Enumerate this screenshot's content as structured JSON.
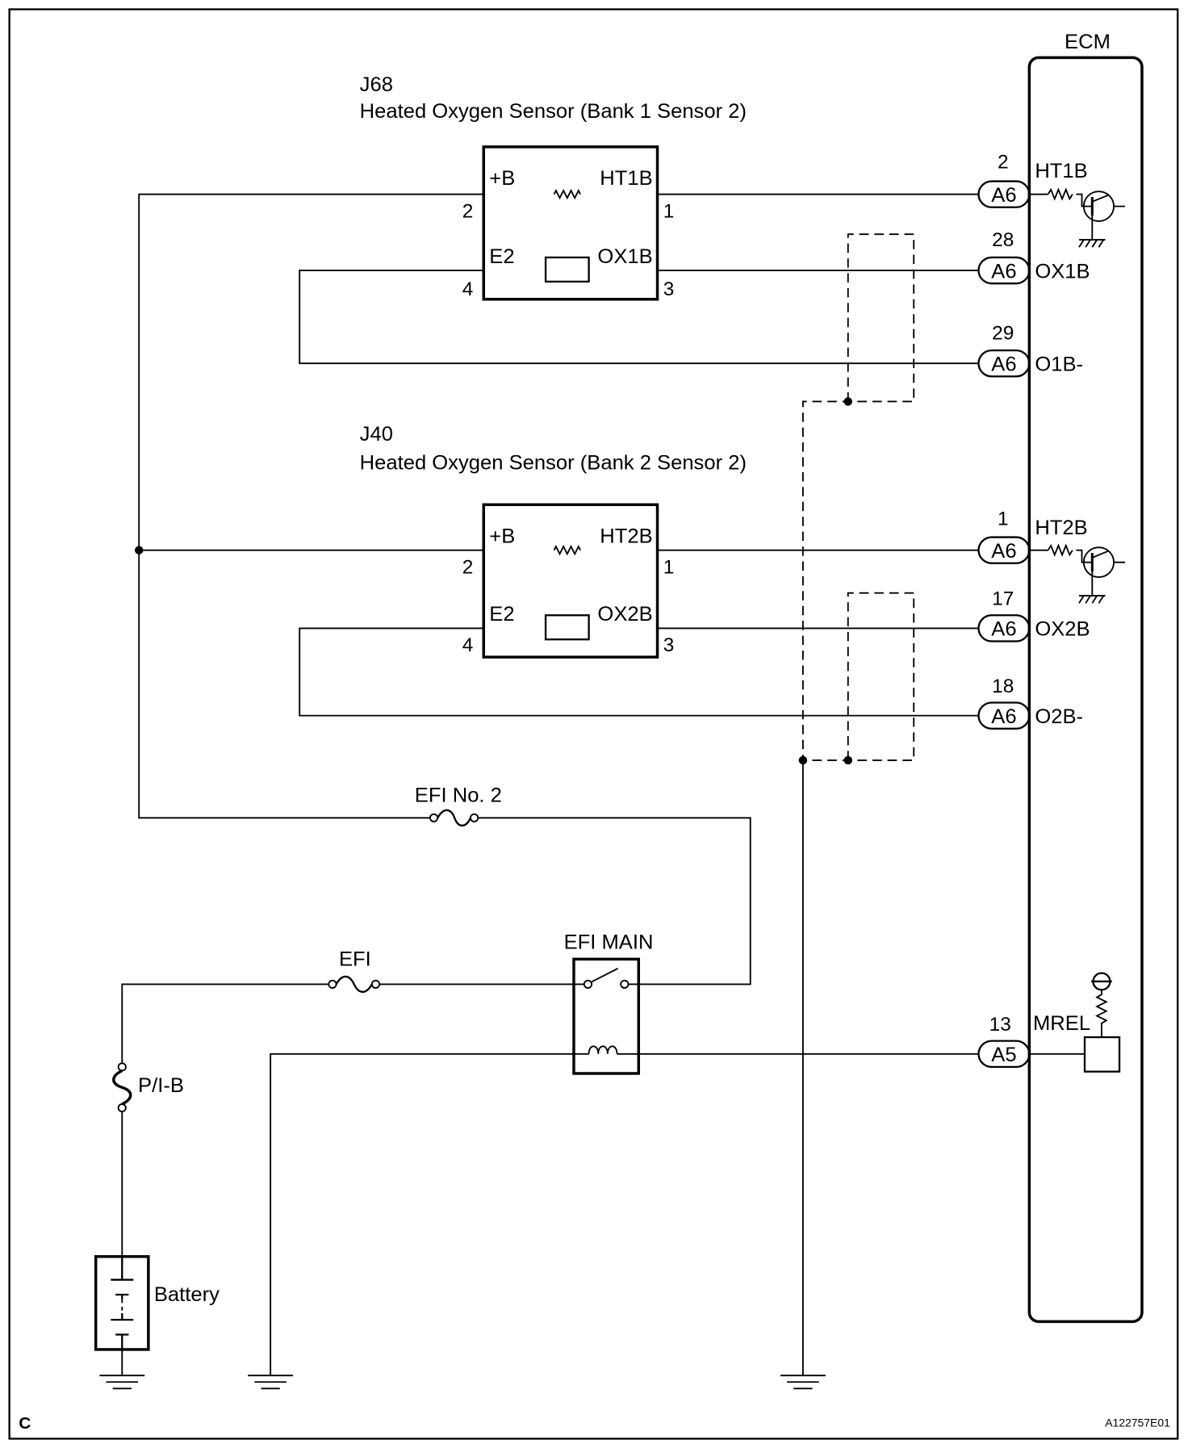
{
  "ecm": {
    "label": "ECM",
    "pins": [
      {
        "number": "2",
        "connector": "A6",
        "name": "HT1B"
      },
      {
        "number": "28",
        "connector": "A6",
        "name": "OX1B"
      },
      {
        "number": "29",
        "connector": "A6",
        "name": "O1B-"
      },
      {
        "number": "1",
        "connector": "A6",
        "name": "HT2B"
      },
      {
        "number": "17",
        "connector": "A6",
        "name": "OX2B"
      },
      {
        "number": "18",
        "connector": "A6",
        "name": "O2B-"
      },
      {
        "number": "13",
        "connector": "A5",
        "name": "MREL"
      }
    ]
  },
  "sensors": [
    {
      "id": "J68",
      "name": "Heated Oxygen Sensor (Bank 1 Sensor 2)",
      "terminals": {
        "plus_b": "+B",
        "heater": "HT1B",
        "pin_plus_b": "2",
        "pin_heater": "1",
        "ground": "E2",
        "signal": "OX1B",
        "pin_ground": "4",
        "pin_signal": "3"
      }
    },
    {
      "id": "J40",
      "name": "Heated Oxygen Sensor (Bank 2 Sensor 2)",
      "terminals": {
        "plus_b": "+B",
        "heater": "HT2B",
        "pin_plus_b": "2",
        "pin_heater": "1",
        "ground": "E2",
        "signal": "OX2B",
        "pin_ground": "4",
        "pin_signal": "3"
      }
    }
  ],
  "fuses": {
    "efi_no2": "EFI No. 2",
    "efi": "EFI",
    "fusible_link": "P/I-B"
  },
  "relay": {
    "label": "EFI MAIN"
  },
  "battery": {
    "label": "Battery"
  },
  "corner_mark": "C",
  "figure_code": "A122757E01"
}
